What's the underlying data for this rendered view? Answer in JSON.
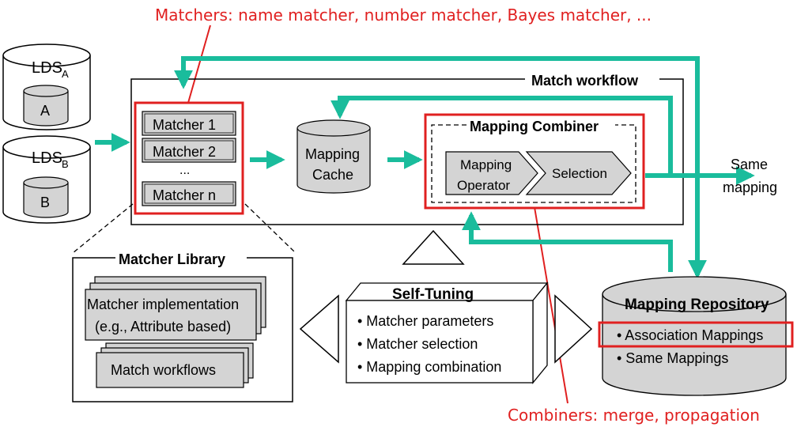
{
  "annotations": {
    "matchers_note": "Matchers: name matcher, number matcher, Bayes matcher, ...",
    "combiners_note": "Combiners: merge, propagation"
  },
  "sources": {
    "lds_a": "LDS",
    "lds_a_sub": "A",
    "lds_a_inner": "A",
    "lds_b": "LDS",
    "lds_b_sub": "B",
    "lds_b_inner": "B"
  },
  "workflow": {
    "title": "Match workflow",
    "matchers": [
      "Matcher 1",
      "Matcher 2",
      "...",
      "Matcher n"
    ],
    "cache_line1": "Mapping",
    "cache_line2": "Cache",
    "combiner_title": "Mapping Combiner",
    "operator_line1": "Mapping",
    "operator_line2": "Operator",
    "selection": "Selection",
    "output_line1": "Same",
    "output_line2": "mapping"
  },
  "library": {
    "title": "Matcher Library",
    "impl_line1": "Matcher implementation",
    "impl_line2": "(e.g., Attribute based)",
    "workflows": "Match workflows"
  },
  "tuning": {
    "title": "Self-Tuning",
    "items": [
      "• Matcher parameters",
      "• Matcher selection",
      "• Mapping combination"
    ]
  },
  "repository": {
    "title": "Mapping Repository",
    "items": [
      "• Association Mappings",
      "• Same Mappings"
    ]
  },
  "colors": {
    "arrow": "#1abc9c",
    "highlight": "#e02020",
    "fill_gray": "#d4d4d4"
  }
}
